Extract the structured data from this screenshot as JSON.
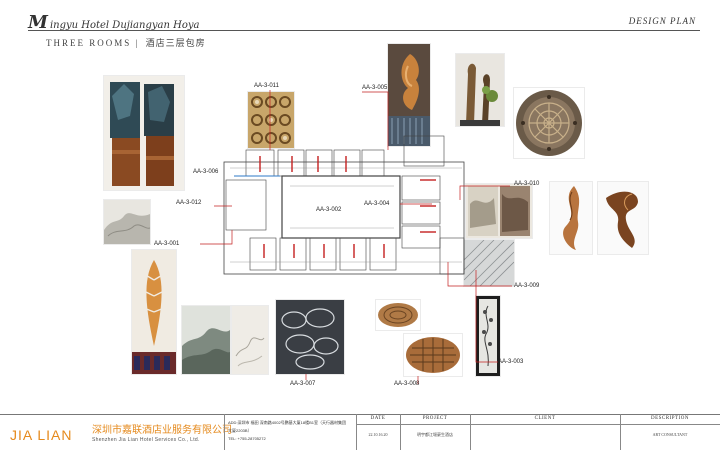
{
  "header": {
    "hotel_initial": "M",
    "hotel_name_rest": "ingyu Hotel Dujiangyan Hoya",
    "design_plan": "DESIGN PLAN",
    "subtitle_en": "THREE ROOMS",
    "subtitle_cn": "酒店三层包房"
  },
  "labels": {
    "aa_3_011": "AA-3-011",
    "aa_3_005": "AA-3-005",
    "aa_3_006": "AA-3-006",
    "aa_3_012": "AA-3-012",
    "aa_3_002": "AA-3-002",
    "aa_3_004": "AA-3-004",
    "aa_3_010": "AA-3-010",
    "aa_3_001": "AA-3-001",
    "aa_3_009": "AA-3-009",
    "aa_3_003": "AA-3-003",
    "aa_3_007": "AA-3-007",
    "aa_3_008": "AA-3-008"
  },
  "footer": {
    "logo": "JIA LIAN",
    "company_cn": "深圳市嘉联酒店业服务有限公司",
    "company_en": "Shenzhen Jia Lian Hotel Services Co., Ltd.",
    "address_line1": "ADD:深圳市 福田 深南路4002号鹏基大厦18楼B1室（天行器材集团",
    "address_line2": "大厦2203B）",
    "address_line3": "TEL: +755-28705272",
    "col_date": "DATE",
    "col_project": "PROJECT",
    "col_client": "CLIENT",
    "col_description": "DESCRIPTION",
    "val_date": "22.10.16.20",
    "val_project": "明宇都江堰豪生酒店",
    "val_description": "ART CONSULTANT"
  },
  "colors": {
    "accent_orange": "#e58a1d",
    "callout_red": "#c42020",
    "callout_blue": "#2e78c7"
  }
}
